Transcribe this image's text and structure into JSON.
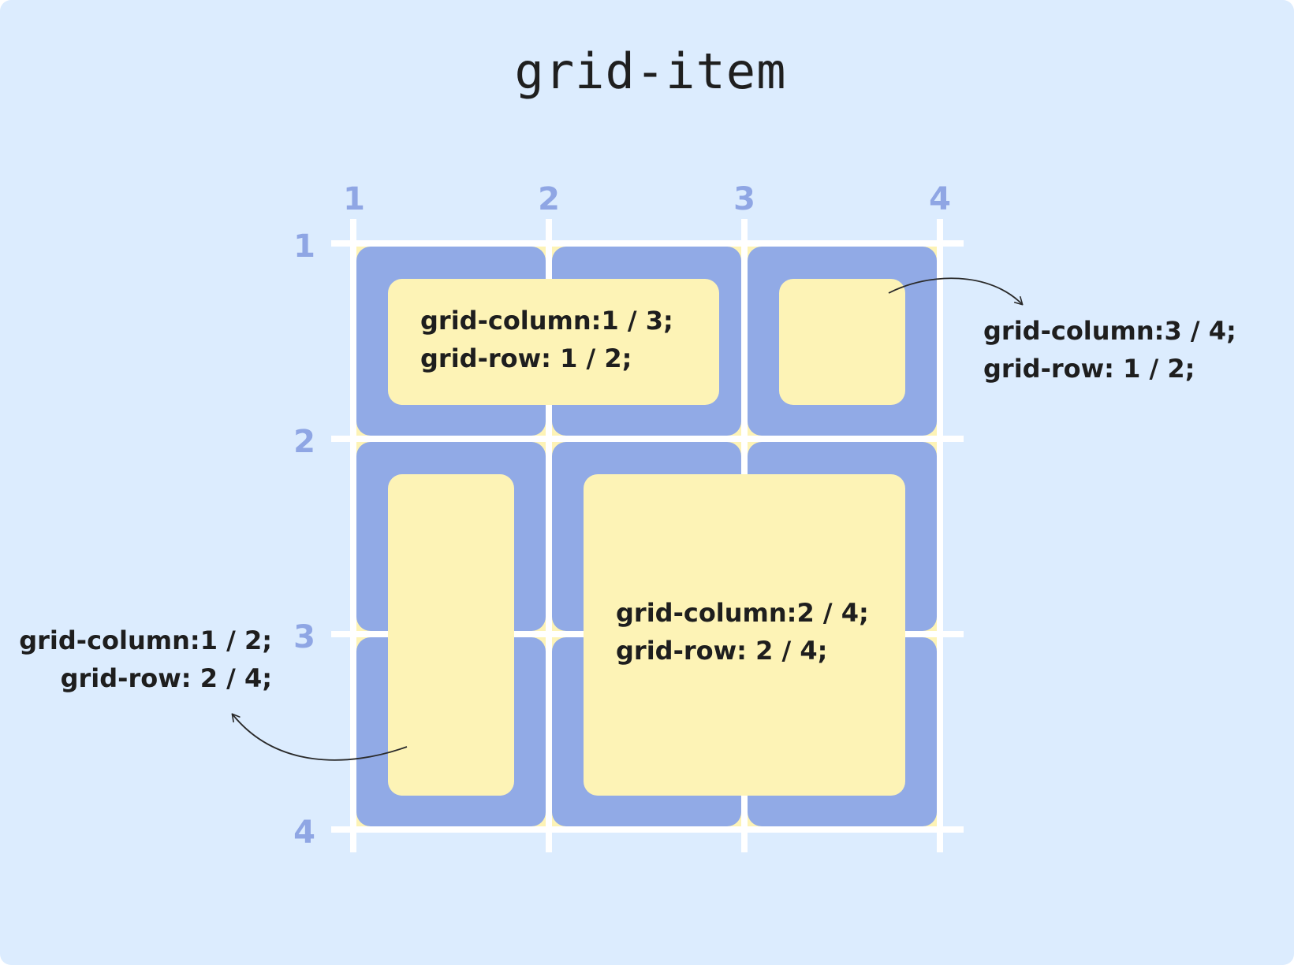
{
  "title": "grid-item",
  "colors": {
    "background": "#dcecfe",
    "cell": "#91aae6",
    "item": "#fdf3b6",
    "grid_line": "#ffffff",
    "line_number": "#8fa6e4",
    "text": "#1e1e1e"
  },
  "column_lines": [
    "1",
    "2",
    "3",
    "4"
  ],
  "row_lines": [
    "1",
    "2",
    "3",
    "4"
  ],
  "items": [
    {
      "column": "grid-column:1 / 3;",
      "row": "grid-row: 1 / 2;"
    },
    {
      "column": "grid-column:3 / 4;",
      "row": "grid-row: 1 / 2;"
    },
    {
      "column": "grid-column:1 / 2;",
      "row": "grid-row: 2 / 4;"
    },
    {
      "column": "grid-column:2 / 4;",
      "row": "grid-row: 2 / 4;"
    }
  ]
}
